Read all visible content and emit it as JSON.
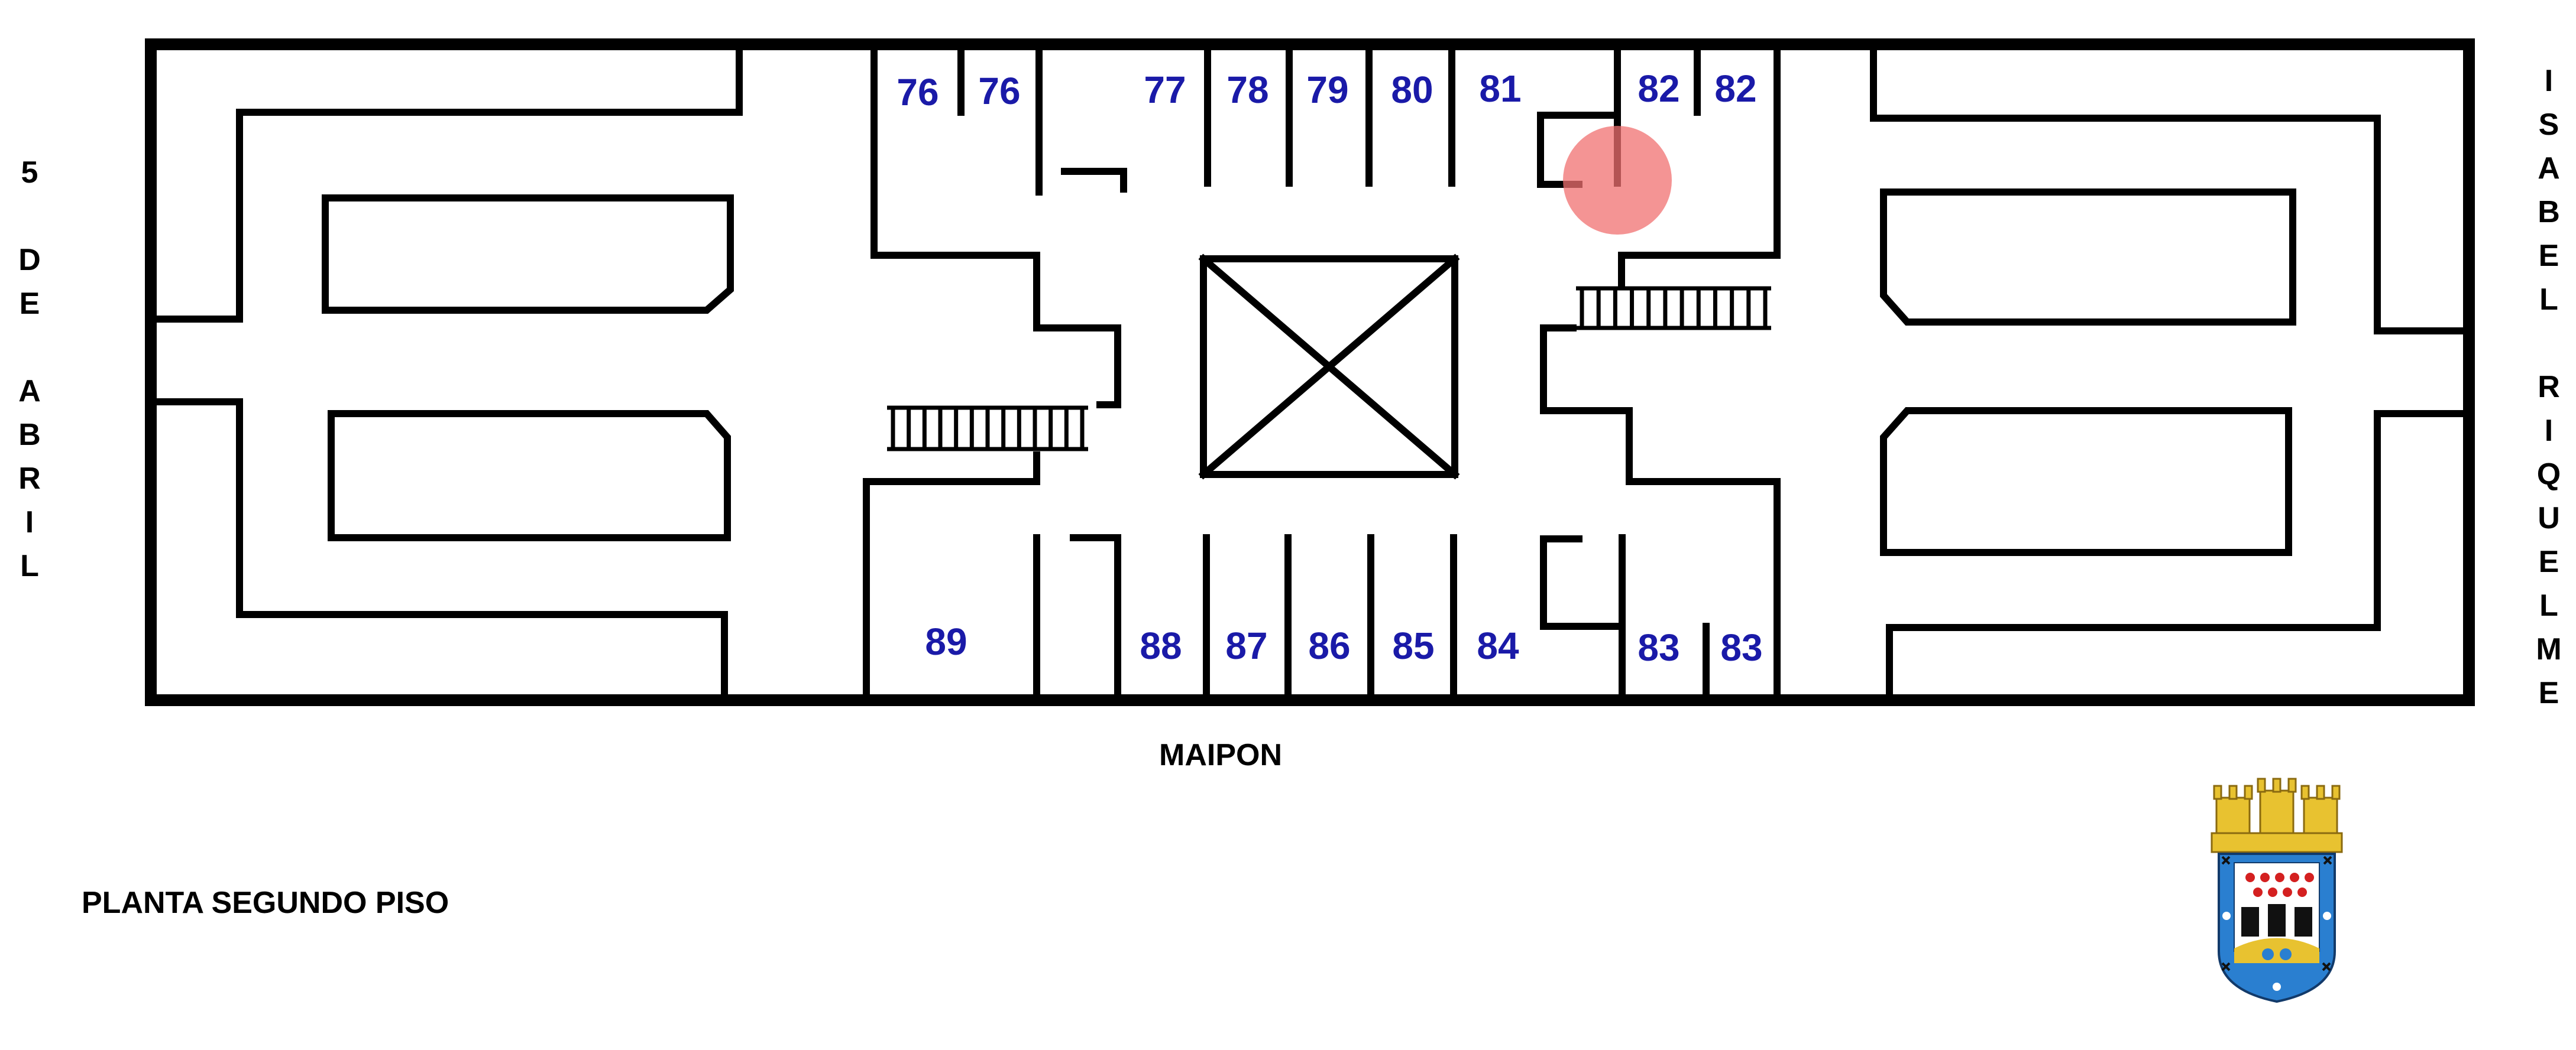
{
  "title": "PLANTA SEGUNDO PISO",
  "streets": {
    "bottom": "MAIPON",
    "left_letters": [
      "5",
      "",
      "D",
      "E",
      "",
      "A",
      "B",
      "R",
      "I",
      "L"
    ],
    "right_letters": [
      "I",
      "S",
      "A",
      "B",
      "E",
      "L",
      "",
      "R",
      "I",
      "Q",
      "U",
      "E",
      "L",
      "M",
      "E"
    ]
  },
  "units_top": [
    "76",
    "76",
    "77",
    "78",
    "79",
    "80",
    "81",
    "82",
    "82"
  ],
  "units_bottom": [
    "89",
    "88",
    "87",
    "86",
    "85",
    "84",
    "83",
    "83"
  ],
  "colors": {
    "unit_label": "#1a1aa8",
    "marker": "#f07070",
    "walls": "#000000",
    "crest_gold": "#e8c230",
    "crest_blue": "#2a7fd0",
    "crest_red": "#d42020"
  },
  "highlight_marker": {
    "near_unit": "82"
  },
  "icons": [
    "elevator-shaft-icon",
    "stairs-icon",
    "municipal-crest-icon"
  ]
}
